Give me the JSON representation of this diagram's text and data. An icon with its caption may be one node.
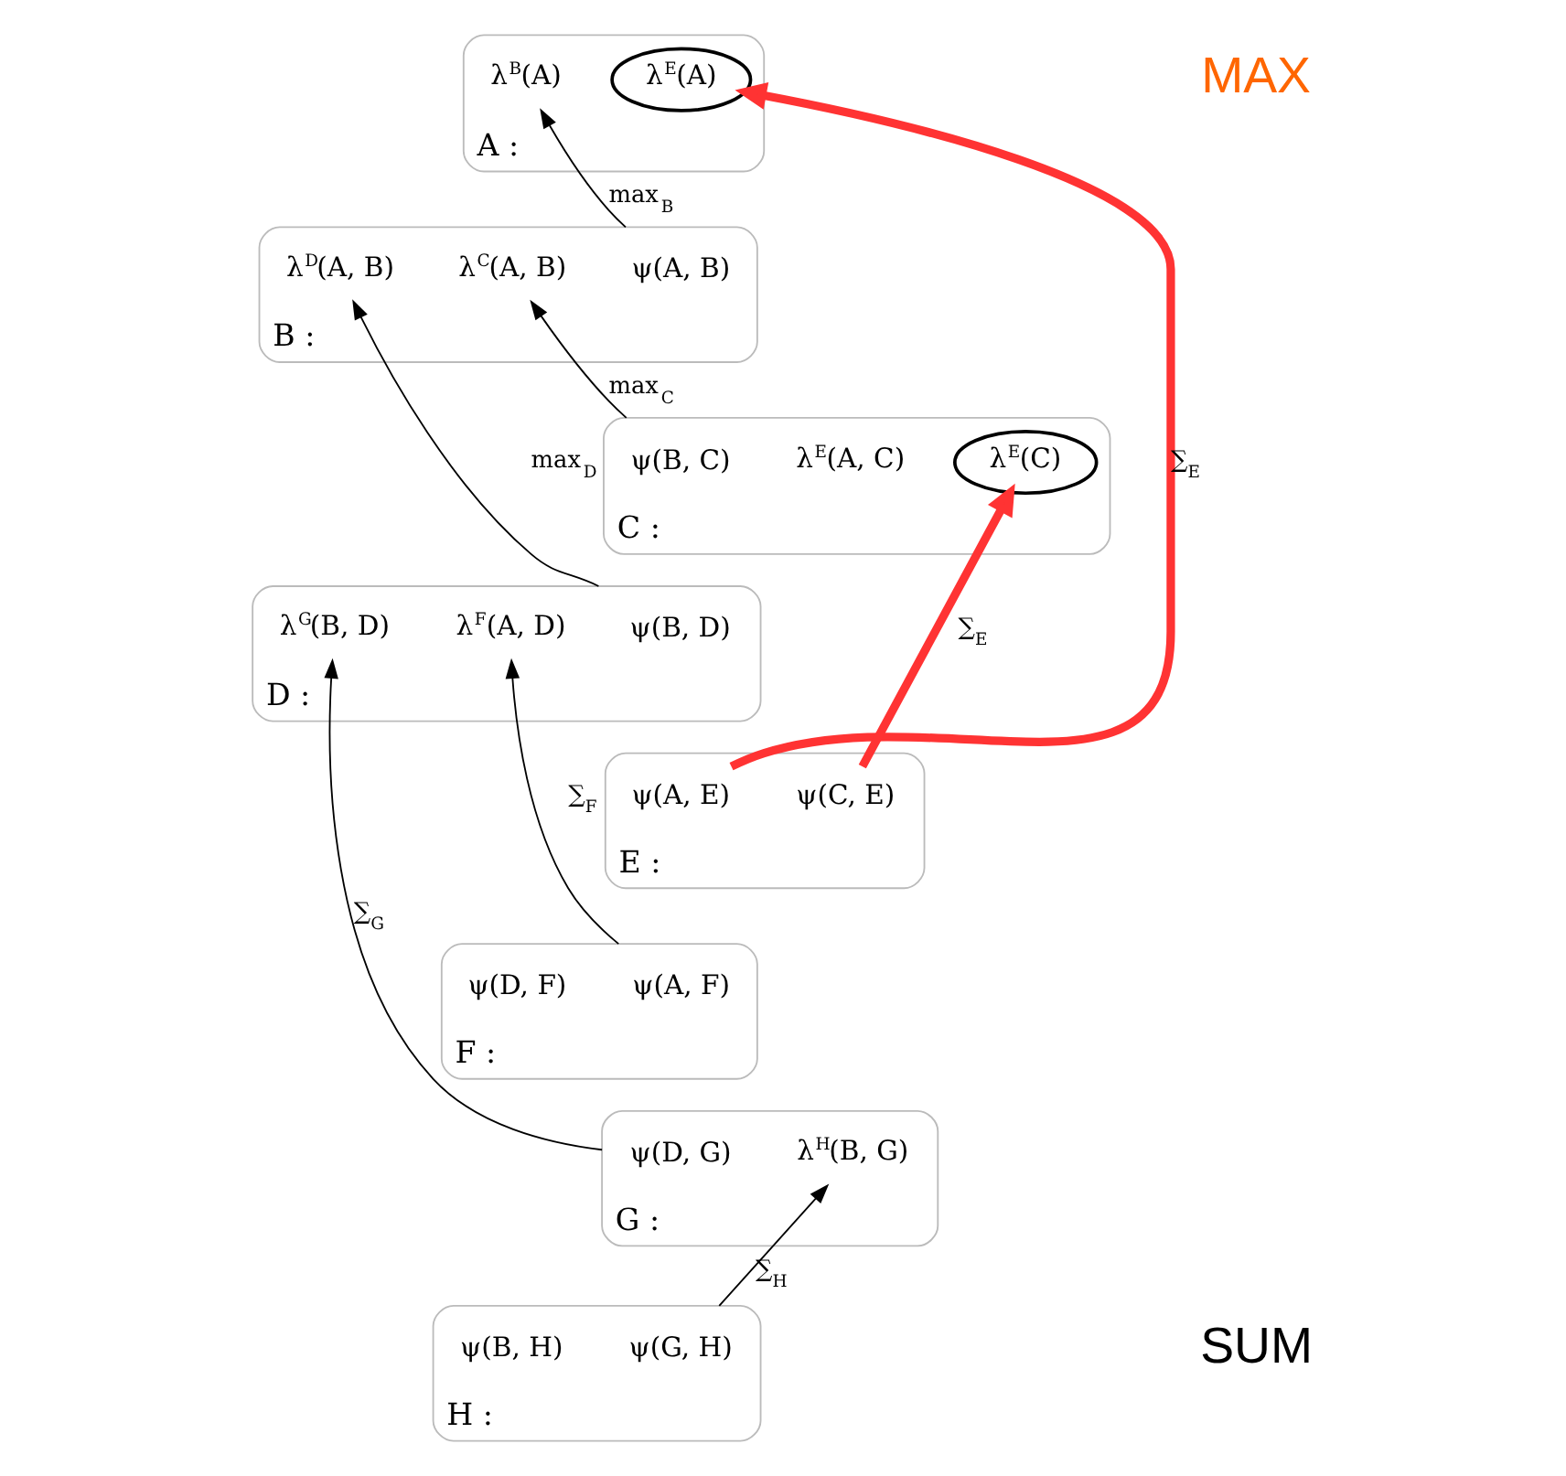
{
  "diagram": {
    "nodes": [
      {
        "text": [
          "A :"
        ]
      },
      {
        "text": [
          "λ$^{E}$(A)"
        ],
        "in": 0
      },
      {
        "text": [
          "λ$^{B}$(A)"
        ],
        "in": 0
      },
      {
        "text": [
          "B :"
        ]
      },
      {
        "text": [
          "ψ(A, B)"
        ],
        "in": 3
      },
      {
        "text": [
          "λ$^{C}$(A, B)"
        ],
        "in": 3
      },
      {
        "text": [
          "λ$^{D}$(A, B)"
        ],
        "in": 3
      },
      {
        "text": [
          "C :"
        ]
      },
      {
        "text": [
          "ψ(B, C)"
        ],
        "in": 7
      },
      {
        "text": [
          "λ$^{E}$(A, C)"
        ],
        "in": 7
      },
      {
        "text": [
          "λ$^{E}$(C)"
        ],
        "in": 7
      },
      {
        "text": [
          "D :"
        ]
      },
      {
        "text": [
          "ψ(B, D)"
        ],
        "in": 11
      },
      {
        "text": [
          "λ$^{F}$(A, D)"
        ],
        "in": 11
      },
      {
        "text": [
          "λ$^{G}$(B, D)"
        ],
        "in": 11
      },
      {
        "text": [
          "E :"
        ]
      },
      {
        "text": [
          "ψ(A, E)"
        ],
        "in": 15
      },
      {
        "text": [
          "ψ(C, E)"
        ],
        "in": 15
      },
      {
        "text": [
          "F :"
        ]
      },
      {
        "text": [
          "ψ(A, F)"
        ],
        "in": 18
      },
      {
        "text": [
          "ψ(D, F)"
        ],
        "in": 18
      },
      {
        "text": [
          "G :"
        ]
      },
      {
        "text": [
          "ψ(D, G)"
        ],
        "in": 21
      },
      {
        "text": [
          "λ$^{H}$(B, G)"
        ],
        "in": 21
      },
      {
        "text": [
          "H :"
        ]
      },
      {
        "text": [
          "ψ(G, H)"
        ],
        "in": 24
      },
      {
        "text": [
          "ψ(B, H)"
        ],
        "in": 24
      }
    ],
    "edges": [
      {
        "from": 3,
        "to": 2,
        "arrow": "to",
        "label": "max$_{B}$"
      },
      {
        "from": 7,
        "to": 5,
        "arrow": "to",
        "label": "max$_{C}$"
      },
      {
        "from": 11,
        "to": 6,
        "arrow": "to",
        "label": "max$_{D}$"
      },
      {
        "from": 16,
        "to": 1,
        "arrow": "to",
        "label": "∑$_{E}$",
        "style": "thick",
        "color": "#ff3333"
      },
      {
        "from": 17,
        "to": 10,
        "arrow": "to",
        "label": "∑$_{E}$",
        "style": "thick",
        "color": "#ff3333"
      },
      {
        "from": 18,
        "to": 13,
        "arrow": "to",
        "label": "∑$_{F}$"
      },
      {
        "from": 21,
        "to": 14,
        "arrow": "to",
        "label": "∑$_{G}$"
      },
      {
        "from": 24,
        "to": 23,
        "arrow": "to",
        "label": "∑$_{H}$"
      }
    ],
    "labels": [
      "MAX",
      "SUM"
    ]
  }
}
